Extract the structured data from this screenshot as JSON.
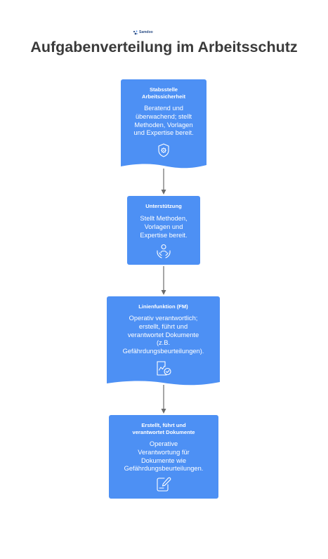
{
  "logo": {
    "text": "Samdoo",
    "icon": "brand-logo"
  },
  "title": "Aufgabenverteilung im Arbeitsschutz",
  "colors": {
    "box": "#4d90f4",
    "title": "#3a3a3a",
    "arrow": "#6b6b6b",
    "text": "#ffffff"
  },
  "boxes": [
    {
      "title_lines": [
        "Stabsstelle",
        "Arbeitssicherheit"
      ],
      "text_lines": [
        "Beratend und",
        "überwachend; stellt",
        "Methoden, Vorlagen",
        "und Expertise bereit."
      ],
      "icon": "shield-gear-icon"
    },
    {
      "title_lines": [
        "Unterstützung"
      ],
      "text_lines": [
        "Stellt Methoden,",
        "Vorlagen und",
        "Expertise bereit."
      ],
      "icon": "person-hands-icon"
    },
    {
      "title_lines": [
        "Linienfunktion (FM)"
      ],
      "text_lines": [
        "Operativ verantwortlich;",
        "erstellt, führt und",
        "verantwortet Dokumente",
        "(z.B.",
        "Gefährdungsbeurteilungen)."
      ],
      "icon": "chart-check-icon"
    },
    {
      "title_lines": [
        "Erstellt, führt und",
        "verantwortet Dokumente"
      ],
      "text_lines": [
        "Operative",
        "Verantwortung für",
        "Dokumente wie",
        "Gefährdungsbeurteilungen."
      ],
      "icon": "document-edit-icon"
    }
  ]
}
